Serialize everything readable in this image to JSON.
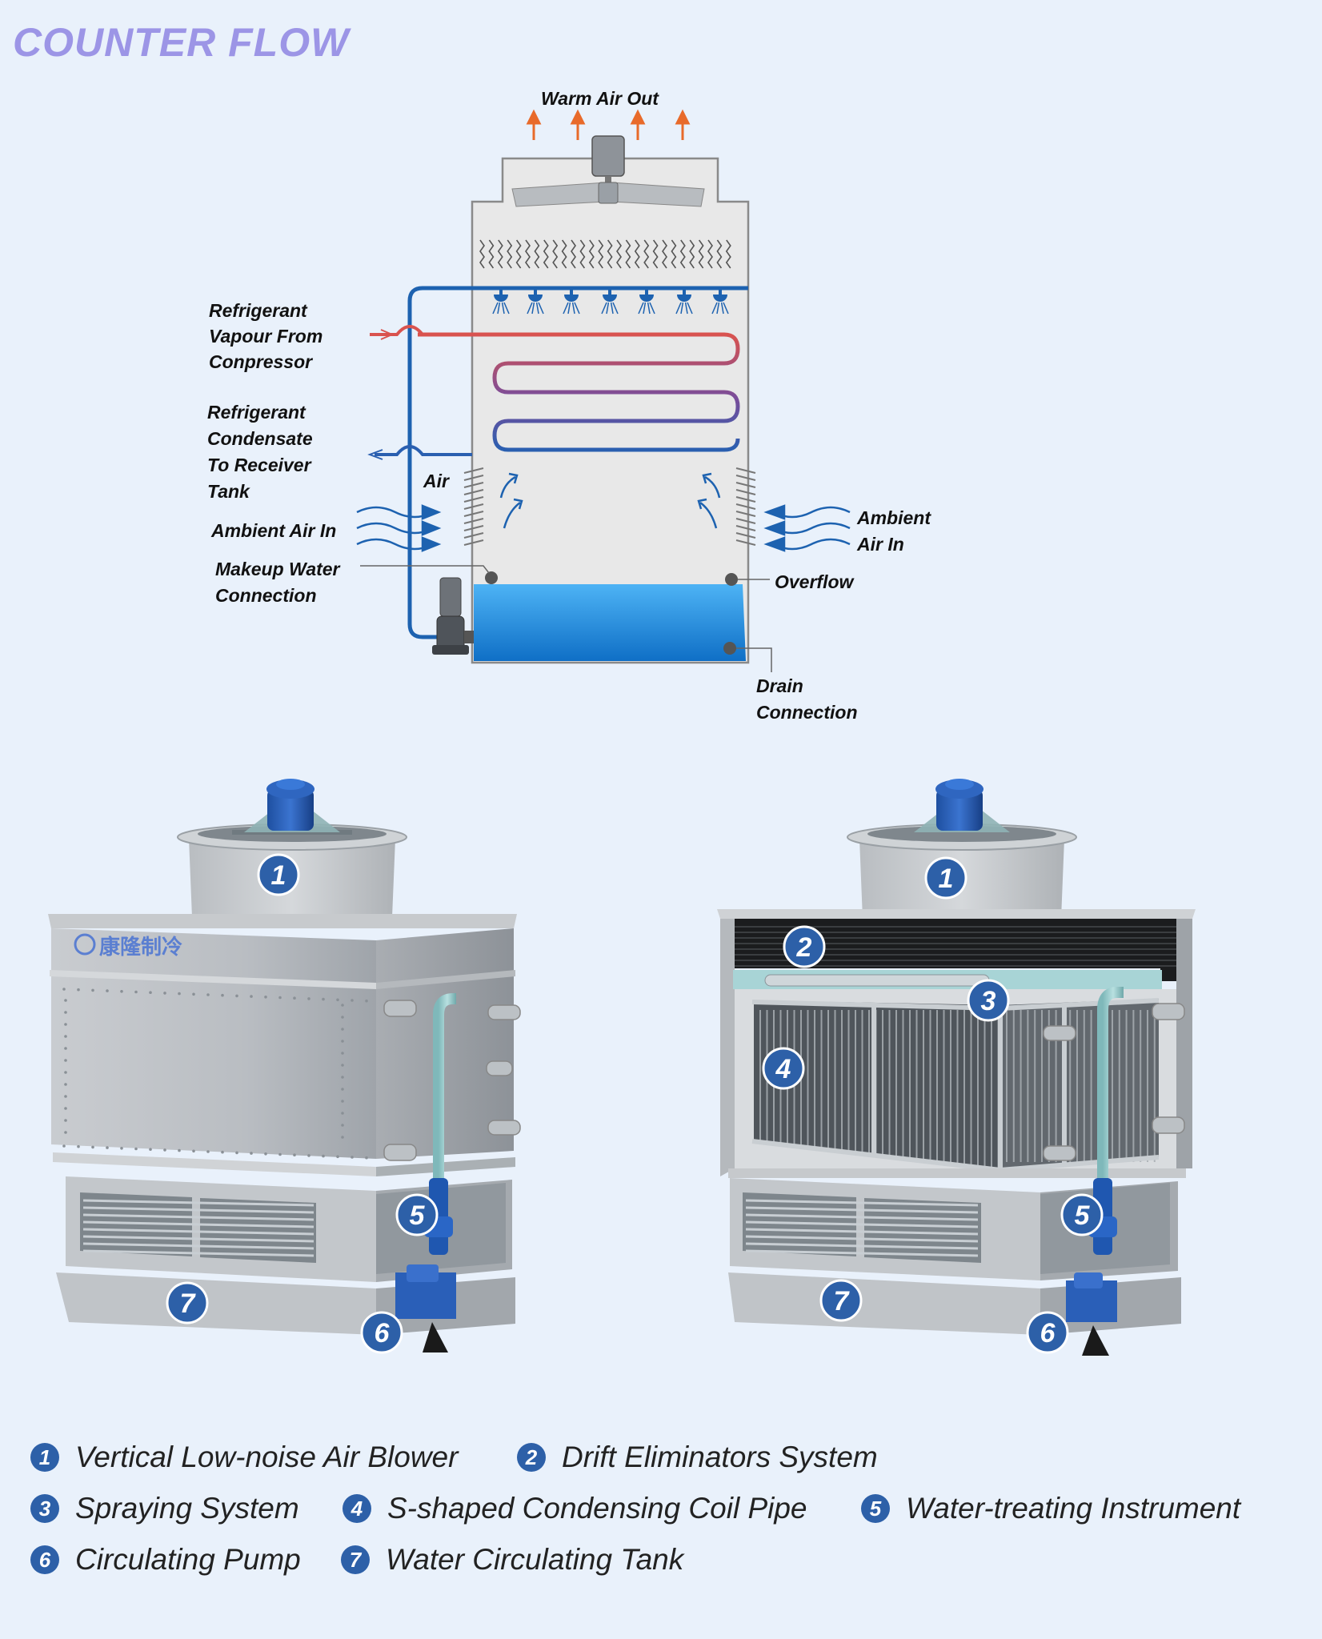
{
  "title": "COUNTER FLOW",
  "diagram_labels": {
    "warm_air_out": "Warm Air Out",
    "refrigerant_vapour": [
      "Refrigerant",
      "Vapour From",
      "Conpressor"
    ],
    "refrigerant_condensate": [
      "Refrigerant",
      "Condensate",
      "To Receiver",
      "Tank"
    ],
    "air": "Air",
    "ambient_air_in_left": "Ambient  Air In",
    "ambient_air_in_right": [
      "Ambient",
      "Air In"
    ],
    "makeup_water": [
      "Makeup Water",
      "Connection"
    ],
    "overflow": "Overflow",
    "drain": [
      "Drain",
      "Connection"
    ]
  },
  "brand_logo_text": "康隆制冷",
  "badges_left": [
    "1",
    "5",
    "6",
    "7"
  ],
  "badges_right": [
    "1",
    "2",
    "3",
    "4",
    "5",
    "6",
    "7"
  ],
  "legend": [
    {
      "num": "1",
      "text": "Vertical Low-noise Air Blower"
    },
    {
      "num": "2",
      "text": "Drift Eliminators System"
    },
    {
      "num": "3",
      "text": "Spraying System"
    },
    {
      "num": "4",
      "text": "S-shaped Condensing Coil Pipe"
    },
    {
      "num": "5",
      "text": "Water-treating Instrument"
    },
    {
      "num": "6",
      "text": "Circulating Pump"
    },
    {
      "num": "7",
      "text": "Water Circulating Tank"
    }
  ],
  "colors": {
    "background": "#e9f1fb",
    "title": "#9c95e6",
    "badge": "#2d60a8",
    "pipe_blue": "#1d62b0",
    "pipe_red": "#d9534f",
    "water": "#1f8be0",
    "arrow_orange": "#e86a2a"
  }
}
